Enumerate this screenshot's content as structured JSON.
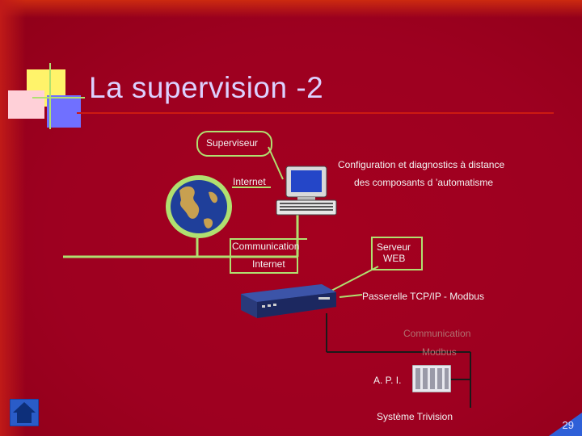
{
  "slide": {
    "title": "La supervision -2",
    "page_number": "29"
  },
  "diagram": {
    "superviseur": "Superviseur",
    "config_line1": "Configuration et diagnostics à distance",
    "config_line2": "des composants d ’automatisme",
    "internet": "Internet",
    "communication_internet_1": "Communication",
    "communication_internet_2": "Internet",
    "serveur_web_1": "Serveur",
    "serveur_web_2": "WEB",
    "passerelle": "Passerelle TCP/IP - Modbus",
    "communication_modbus_1": "Communication",
    "communication_modbus_2": "Modbus",
    "api": "A. P. I.",
    "systeme": "Système Trivision"
  },
  "colors": {
    "background": "#a00020",
    "accent_line": "#b0e070",
    "title_text": "#dcd0ff"
  },
  "icons": [
    "globe-icon",
    "computer-icon",
    "gateway-device-icon",
    "plc-icon",
    "home-icon"
  ]
}
